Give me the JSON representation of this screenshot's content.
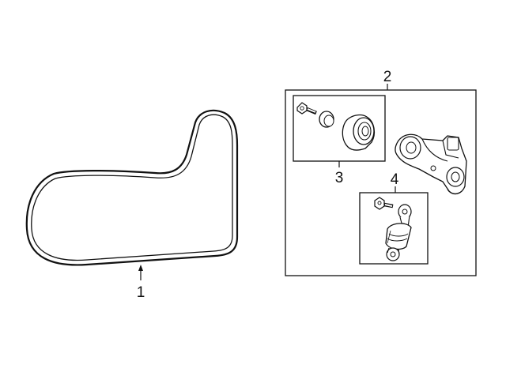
{
  "callouts": {
    "belt": "1",
    "tensioner_assembly": "2",
    "idler_pulley_kit": "3",
    "damper_kit": "4"
  }
}
